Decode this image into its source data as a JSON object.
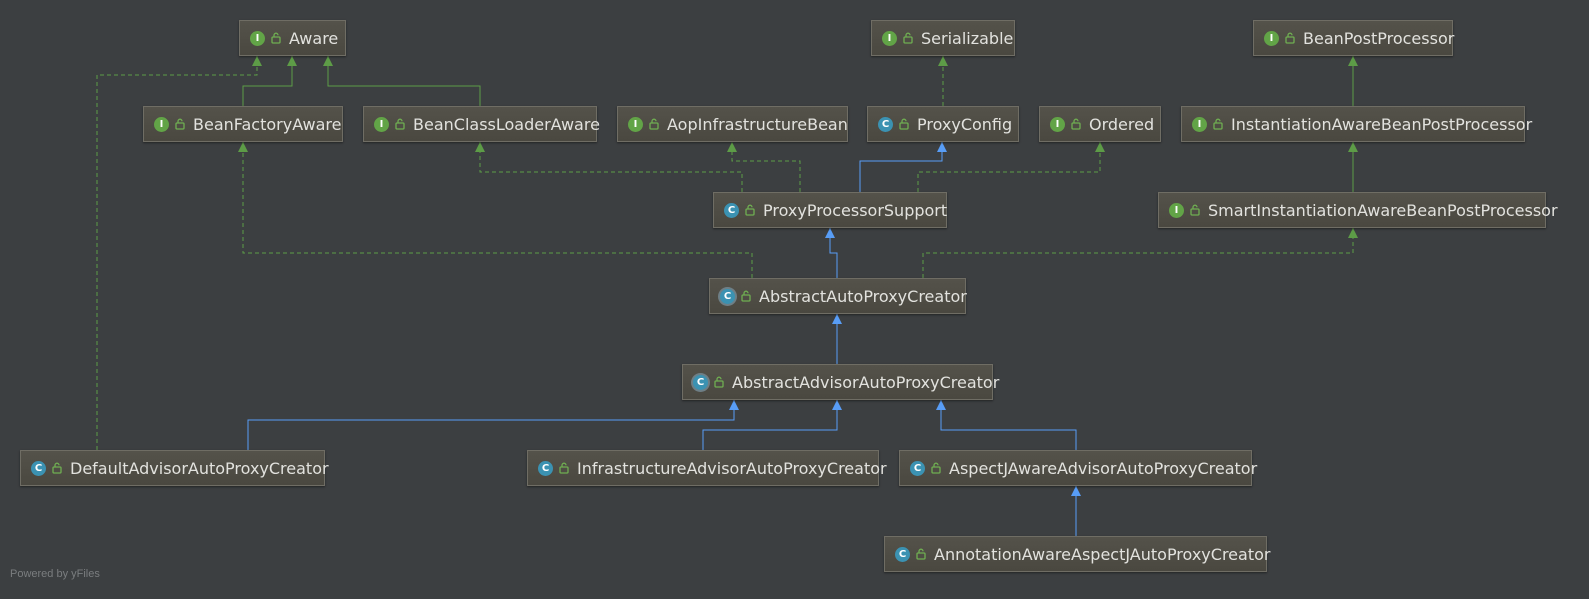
{
  "diagram": {
    "colors": {
      "background": "#3c3f41",
      "implements_edge": "#5d9c47",
      "extends_edge": "#589df6",
      "interface_badge": "#62a447",
      "class_badge": "#3b92b2"
    },
    "nodes": [
      {
        "id": "Aware",
        "label": "Aware",
        "kind": "interface",
        "badge": "I"
      },
      {
        "id": "Serializable",
        "label": "Serializable",
        "kind": "interface",
        "badge": "I"
      },
      {
        "id": "BeanPostProcessor",
        "label": "BeanPostProcessor",
        "kind": "interface",
        "badge": "I"
      },
      {
        "id": "BeanFactoryAware",
        "label": "BeanFactoryAware",
        "kind": "interface",
        "badge": "I"
      },
      {
        "id": "BeanClassLoaderAware",
        "label": "BeanClassLoaderAware",
        "kind": "interface",
        "badge": "I"
      },
      {
        "id": "AopInfrastructureBean",
        "label": "AopInfrastructureBean",
        "kind": "interface",
        "badge": "I"
      },
      {
        "id": "ProxyConfig",
        "label": "ProxyConfig",
        "kind": "class",
        "badge": "C"
      },
      {
        "id": "Ordered",
        "label": "Ordered",
        "kind": "interface",
        "badge": "I"
      },
      {
        "id": "InstantiationAwareBeanPostProcessor",
        "label": "InstantiationAwareBeanPostProcessor",
        "kind": "interface",
        "badge": "I"
      },
      {
        "id": "ProxyProcessorSupport",
        "label": "ProxyProcessorSupport",
        "kind": "class",
        "badge": "C"
      },
      {
        "id": "SmartInstantiationAwareBeanPostProcessor",
        "label": "SmartInstantiationAwareBeanPostProcessor",
        "kind": "interface",
        "badge": "I"
      },
      {
        "id": "AbstractAutoProxyCreator",
        "label": "AbstractAutoProxyCreator",
        "kind": "abstract",
        "badge": "C"
      },
      {
        "id": "AbstractAdvisorAutoProxyCreator",
        "label": "AbstractAdvisorAutoProxyCreator",
        "kind": "abstract",
        "badge": "C"
      },
      {
        "id": "DefaultAdvisorAutoProxyCreator",
        "label": "DefaultAdvisorAutoProxyCreator",
        "kind": "class",
        "badge": "C"
      },
      {
        "id": "InfrastructureAdvisorAutoProxyCreator",
        "label": "InfrastructureAdvisorAutoProxyCreator",
        "kind": "class",
        "badge": "C"
      },
      {
        "id": "AspectJAwareAdvisorAutoProxyCreator",
        "label": "AspectJAwareAdvisorAutoProxyCreator",
        "kind": "class",
        "badge": "C"
      },
      {
        "id": "AnnotationAwareAspectJAutoProxyCreator",
        "label": "AnnotationAwareAspectJAutoProxyCreator",
        "kind": "class",
        "badge": "C"
      }
    ],
    "edges": [
      {
        "from": "BeanFactoryAware",
        "to": "Aware",
        "type": "extends-interface"
      },
      {
        "from": "BeanClassLoaderAware",
        "to": "Aware",
        "type": "extends-interface"
      },
      {
        "from": "DefaultAdvisorAutoProxyCreator",
        "to": "Aware",
        "type": "implements"
      },
      {
        "from": "ProxyConfig",
        "to": "Serializable",
        "type": "implements"
      },
      {
        "from": "InstantiationAwareBeanPostProcessor",
        "to": "BeanPostProcessor",
        "type": "extends-interface"
      },
      {
        "from": "SmartInstantiationAwareBeanPostProcessor",
        "to": "InstantiationAwareBeanPostProcessor",
        "type": "extends-interface"
      },
      {
        "from": "ProxyProcessorSupport",
        "to": "BeanClassLoaderAware",
        "type": "implements"
      },
      {
        "from": "ProxyProcessorSupport",
        "to": "AopInfrastructureBean",
        "type": "implements"
      },
      {
        "from": "ProxyProcessorSupport",
        "to": "ProxyConfig",
        "type": "extends"
      },
      {
        "from": "ProxyProcessorSupport",
        "to": "Ordered",
        "type": "implements"
      },
      {
        "from": "AbstractAutoProxyCreator",
        "to": "ProxyProcessorSupport",
        "type": "extends"
      },
      {
        "from": "AbstractAutoProxyCreator",
        "to": "BeanFactoryAware",
        "type": "implements"
      },
      {
        "from": "AbstractAutoProxyCreator",
        "to": "SmartInstantiationAwareBeanPostProcessor",
        "type": "implements"
      },
      {
        "from": "AbstractAdvisorAutoProxyCreator",
        "to": "AbstractAutoProxyCreator",
        "type": "extends"
      },
      {
        "from": "DefaultAdvisorAutoProxyCreator",
        "to": "AbstractAdvisorAutoProxyCreator",
        "type": "extends"
      },
      {
        "from": "InfrastructureAdvisorAutoProxyCreator",
        "to": "AbstractAdvisorAutoProxyCreator",
        "type": "extends"
      },
      {
        "from": "AspectJAwareAdvisorAutoProxyCreator",
        "to": "AbstractAdvisorAutoProxyCreator",
        "type": "extends"
      },
      {
        "from": "AnnotationAwareAspectJAutoProxyCreator",
        "to": "AspectJAwareAdvisorAutoProxyCreator",
        "type": "extends"
      }
    ]
  },
  "watermark": "Powered by yFiles"
}
